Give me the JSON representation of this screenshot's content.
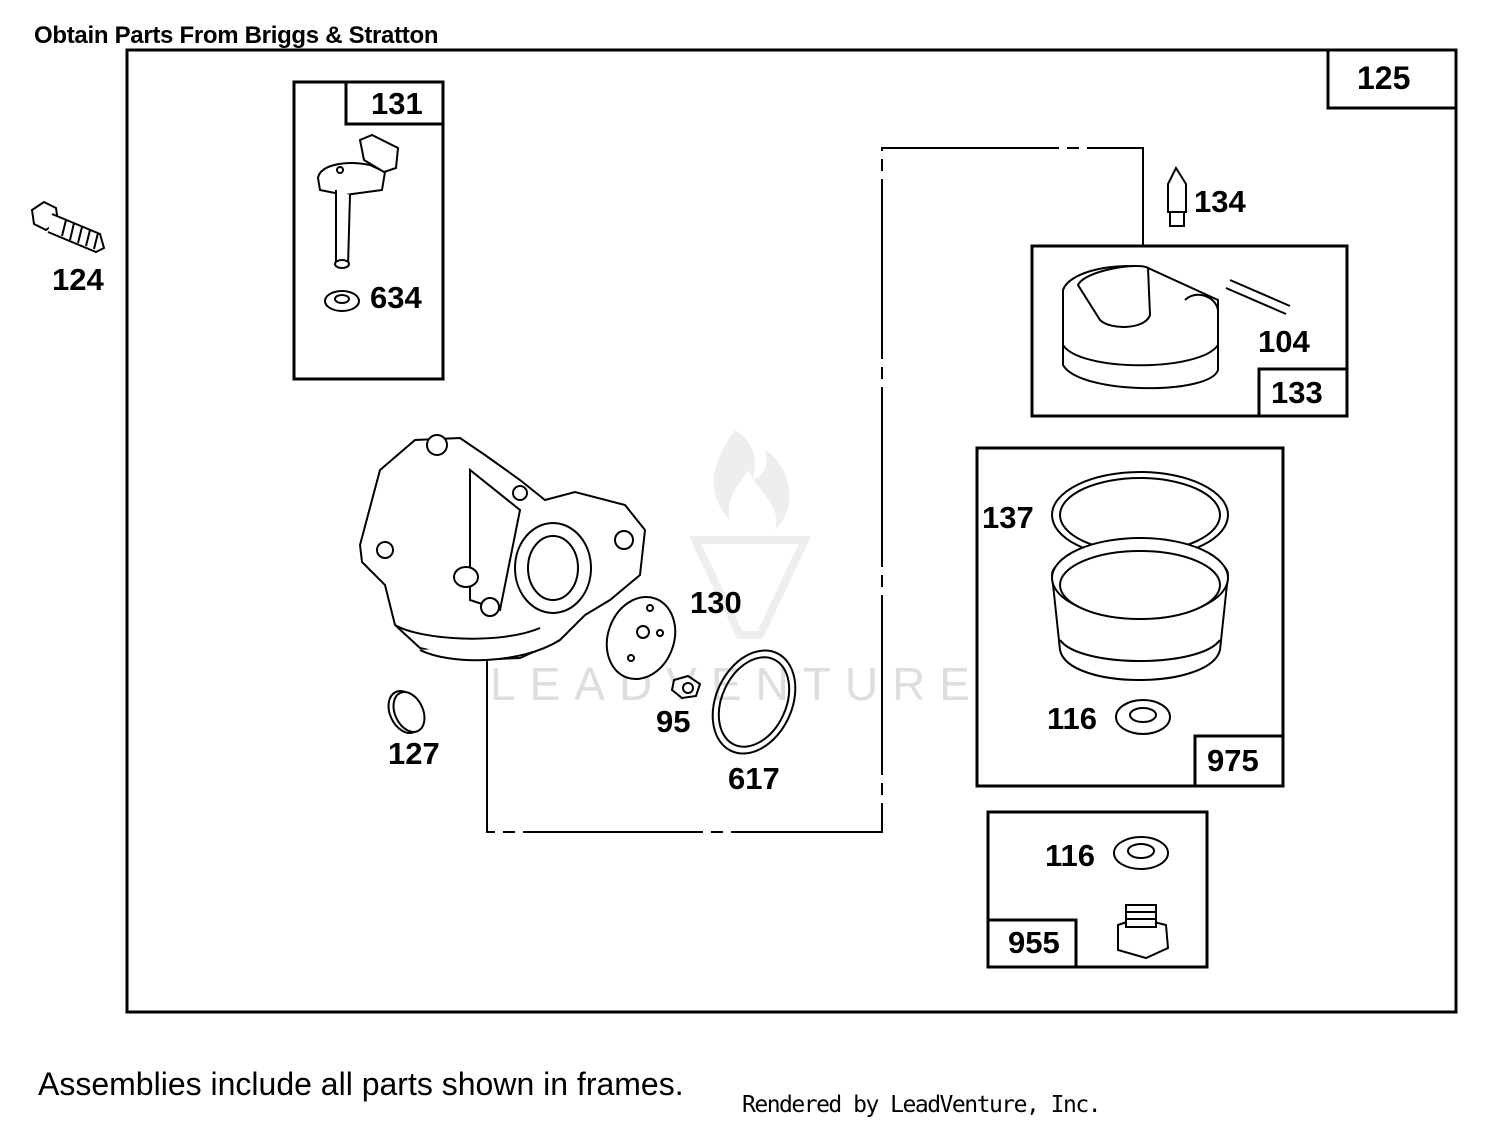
{
  "header": {
    "title": "Obtain Parts From Briggs & Stratton"
  },
  "footer": {
    "note": "Assemblies include all parts shown in frames.",
    "rendered_by": "Rendered by LeadVenture, Inc."
  },
  "watermark": {
    "text": "LEADVENTURE"
  },
  "callouts": {
    "p125": "125",
    "p131": "131",
    "p634": "634",
    "p124": "124",
    "p134": "134",
    "p104": "104",
    "p133": "133",
    "p137": "137",
    "p130": "130",
    "p95": "95",
    "p127": "127",
    "p617": "617",
    "p116a": "116",
    "p975": "975",
    "p116b": "116",
    "p955": "955"
  },
  "colors": {
    "line": "#000000",
    "watermark": "#d9d9d9"
  }
}
